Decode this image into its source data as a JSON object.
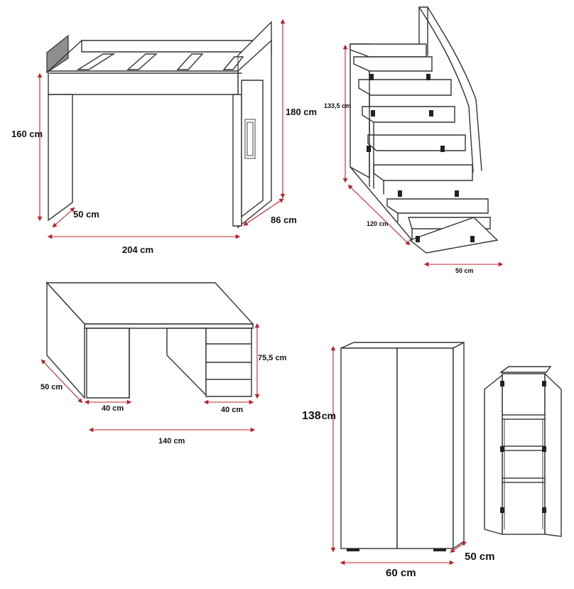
{
  "loft_bed": {
    "height_left": "160 cm",
    "height_right": "180 cm",
    "depth_front": "50 cm",
    "depth_side": "86 cm",
    "width": "204 cm"
  },
  "stairs": {
    "height": "133,5 cm",
    "depth": "120 cm",
    "width": "50 cm"
  },
  "desk": {
    "height": "75,5 cm",
    "depth": "50 cm",
    "left_pedestal_width": "40 cm",
    "right_pedestal_width": "40 cm",
    "width": "140 cm"
  },
  "wardrobe": {
    "height": "138",
    "height_unit": "cm",
    "depth": "50 cm",
    "width": "60 cm"
  },
  "colors": {
    "outline": "#333333",
    "dimension": "#b9232f",
    "panel": "#ffffff"
  }
}
